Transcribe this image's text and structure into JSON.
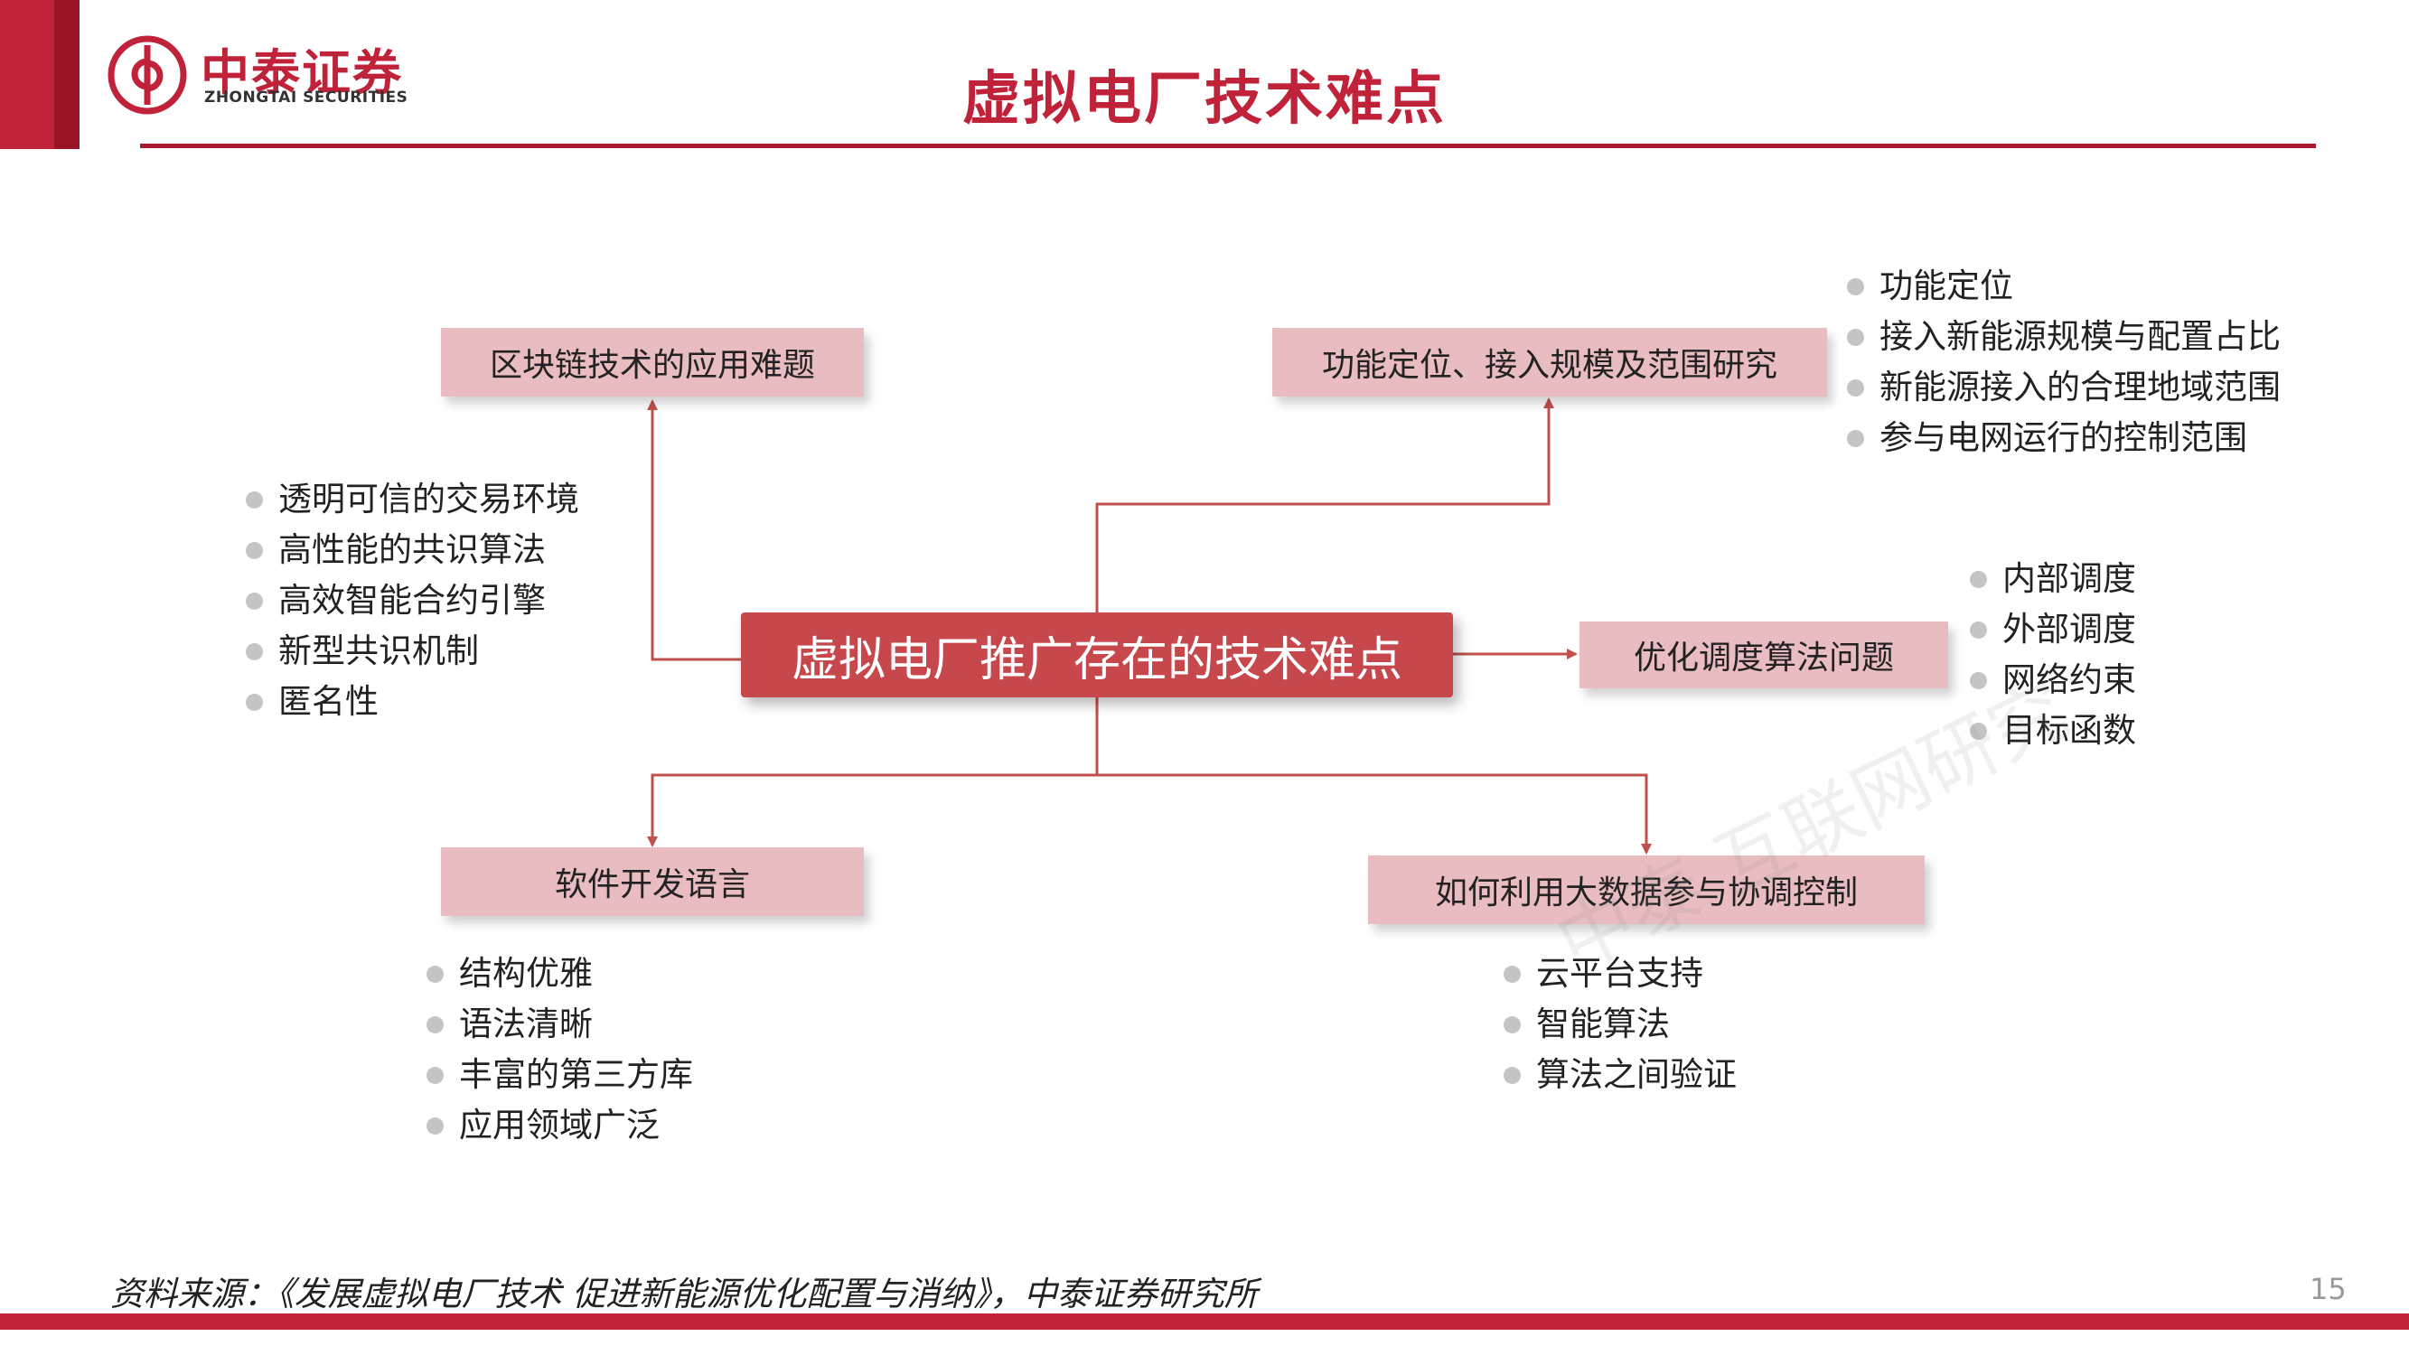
{
  "header": {
    "logo_cn": "中泰证券",
    "logo_en": "ZHONGTAI SECURITIES",
    "title": "虚拟电厂技术难点"
  },
  "diagram": {
    "center": "虚拟电厂推广存在的技术难点",
    "branches": {
      "blockchain": {
        "label": "区块链技术的应用难题",
        "items": [
          "透明可信的交易环境",
          "高性能的共识算法",
          "高效智能合约引擎",
          "新型共识机制",
          "匿名性"
        ]
      },
      "positioning": {
        "label": "功能定位、接入规模及范围研究",
        "items": [
          "功能定位",
          "接入新能源规模与配置占比",
          "新能源接入的合理地域范围",
          "参与电网运行的控制范围"
        ]
      },
      "scheduling": {
        "label": "优化调度算法问题",
        "items": [
          "内部调度",
          "外部调度",
          "网络约束",
          "目标函数"
        ]
      },
      "software": {
        "label": "软件开发语言",
        "items": [
          "结构优雅",
          "语法清晰",
          "丰富的第三方库",
          "应用领域广泛"
        ]
      },
      "bigdata": {
        "label": "如何利用大数据参与协调控制",
        "items": [
          "云平台支持",
          "智能算法",
          "算法之间验证"
        ]
      }
    },
    "colors": {
      "center_fill": "#c6474c",
      "branch_fill": "#e8bcc0",
      "connector": "#c0504d",
      "brand": "#c0223a"
    }
  },
  "watermark": "中泰 互联网研究",
  "footer": {
    "source": "资料来源：《发展虚拟电厂技术 促进新能源优化配置与消纳》，中泰证券研究所",
    "page_number": "15"
  }
}
